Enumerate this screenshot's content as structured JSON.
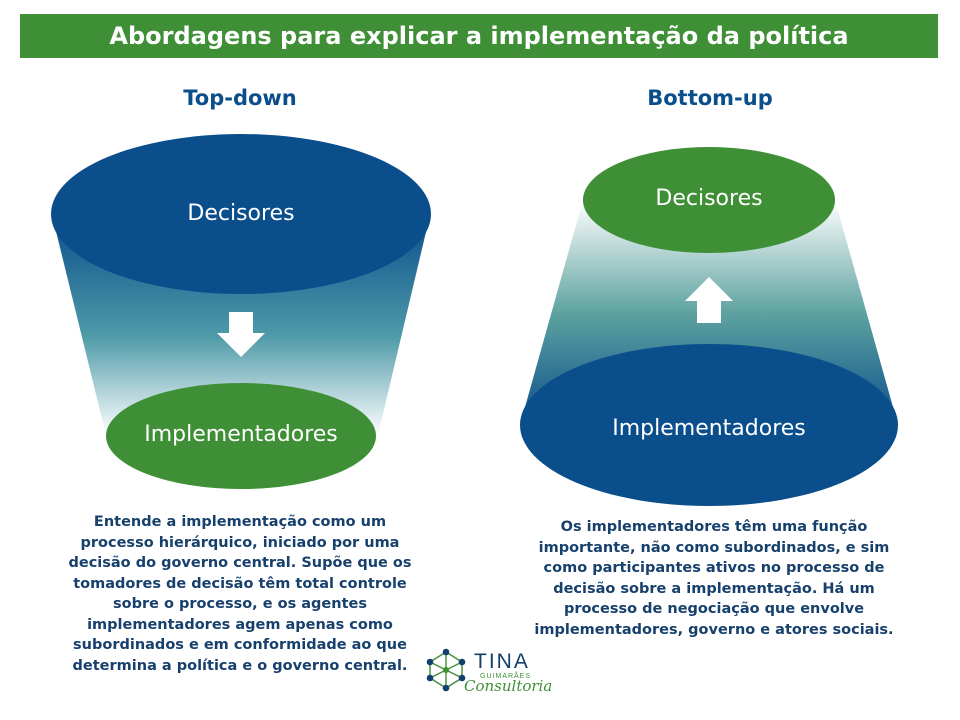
{
  "title": "Abordagens para explicar a implementação da política",
  "top_down": {
    "heading": "Top-down",
    "top_label": "Decisores",
    "bottom_label": "Implementadores",
    "arrow": "down-arrow-icon",
    "description": "Entende a implementação como um processo hierárquico, iniciado por uma decisão do governo central. Supõe que os tomadores de decisão têm total controle sobre o processo, e os agentes implementadores agem apenas como subordinados e em conformidade ao que determina a política e o governo central."
  },
  "bottom_up": {
    "heading": "Bottom-up",
    "top_label": "Decisores",
    "bottom_label": "Implementadores",
    "arrow": "up-arrow-icon",
    "description": "Os implementadores têm uma função importante, não como subordinados, e sim como participantes ativos no processo de decisão sobre a implementação. Há um processo de negociação que envolve implementadores, governo e atores sociais."
  },
  "logo": {
    "name": "TINA",
    "subtitle": "GUIMARÃES",
    "script": "Consultoria"
  },
  "colors": {
    "green": "#3e8f35",
    "blue": "#0b4e8c",
    "text_blue": "#17406d"
  }
}
